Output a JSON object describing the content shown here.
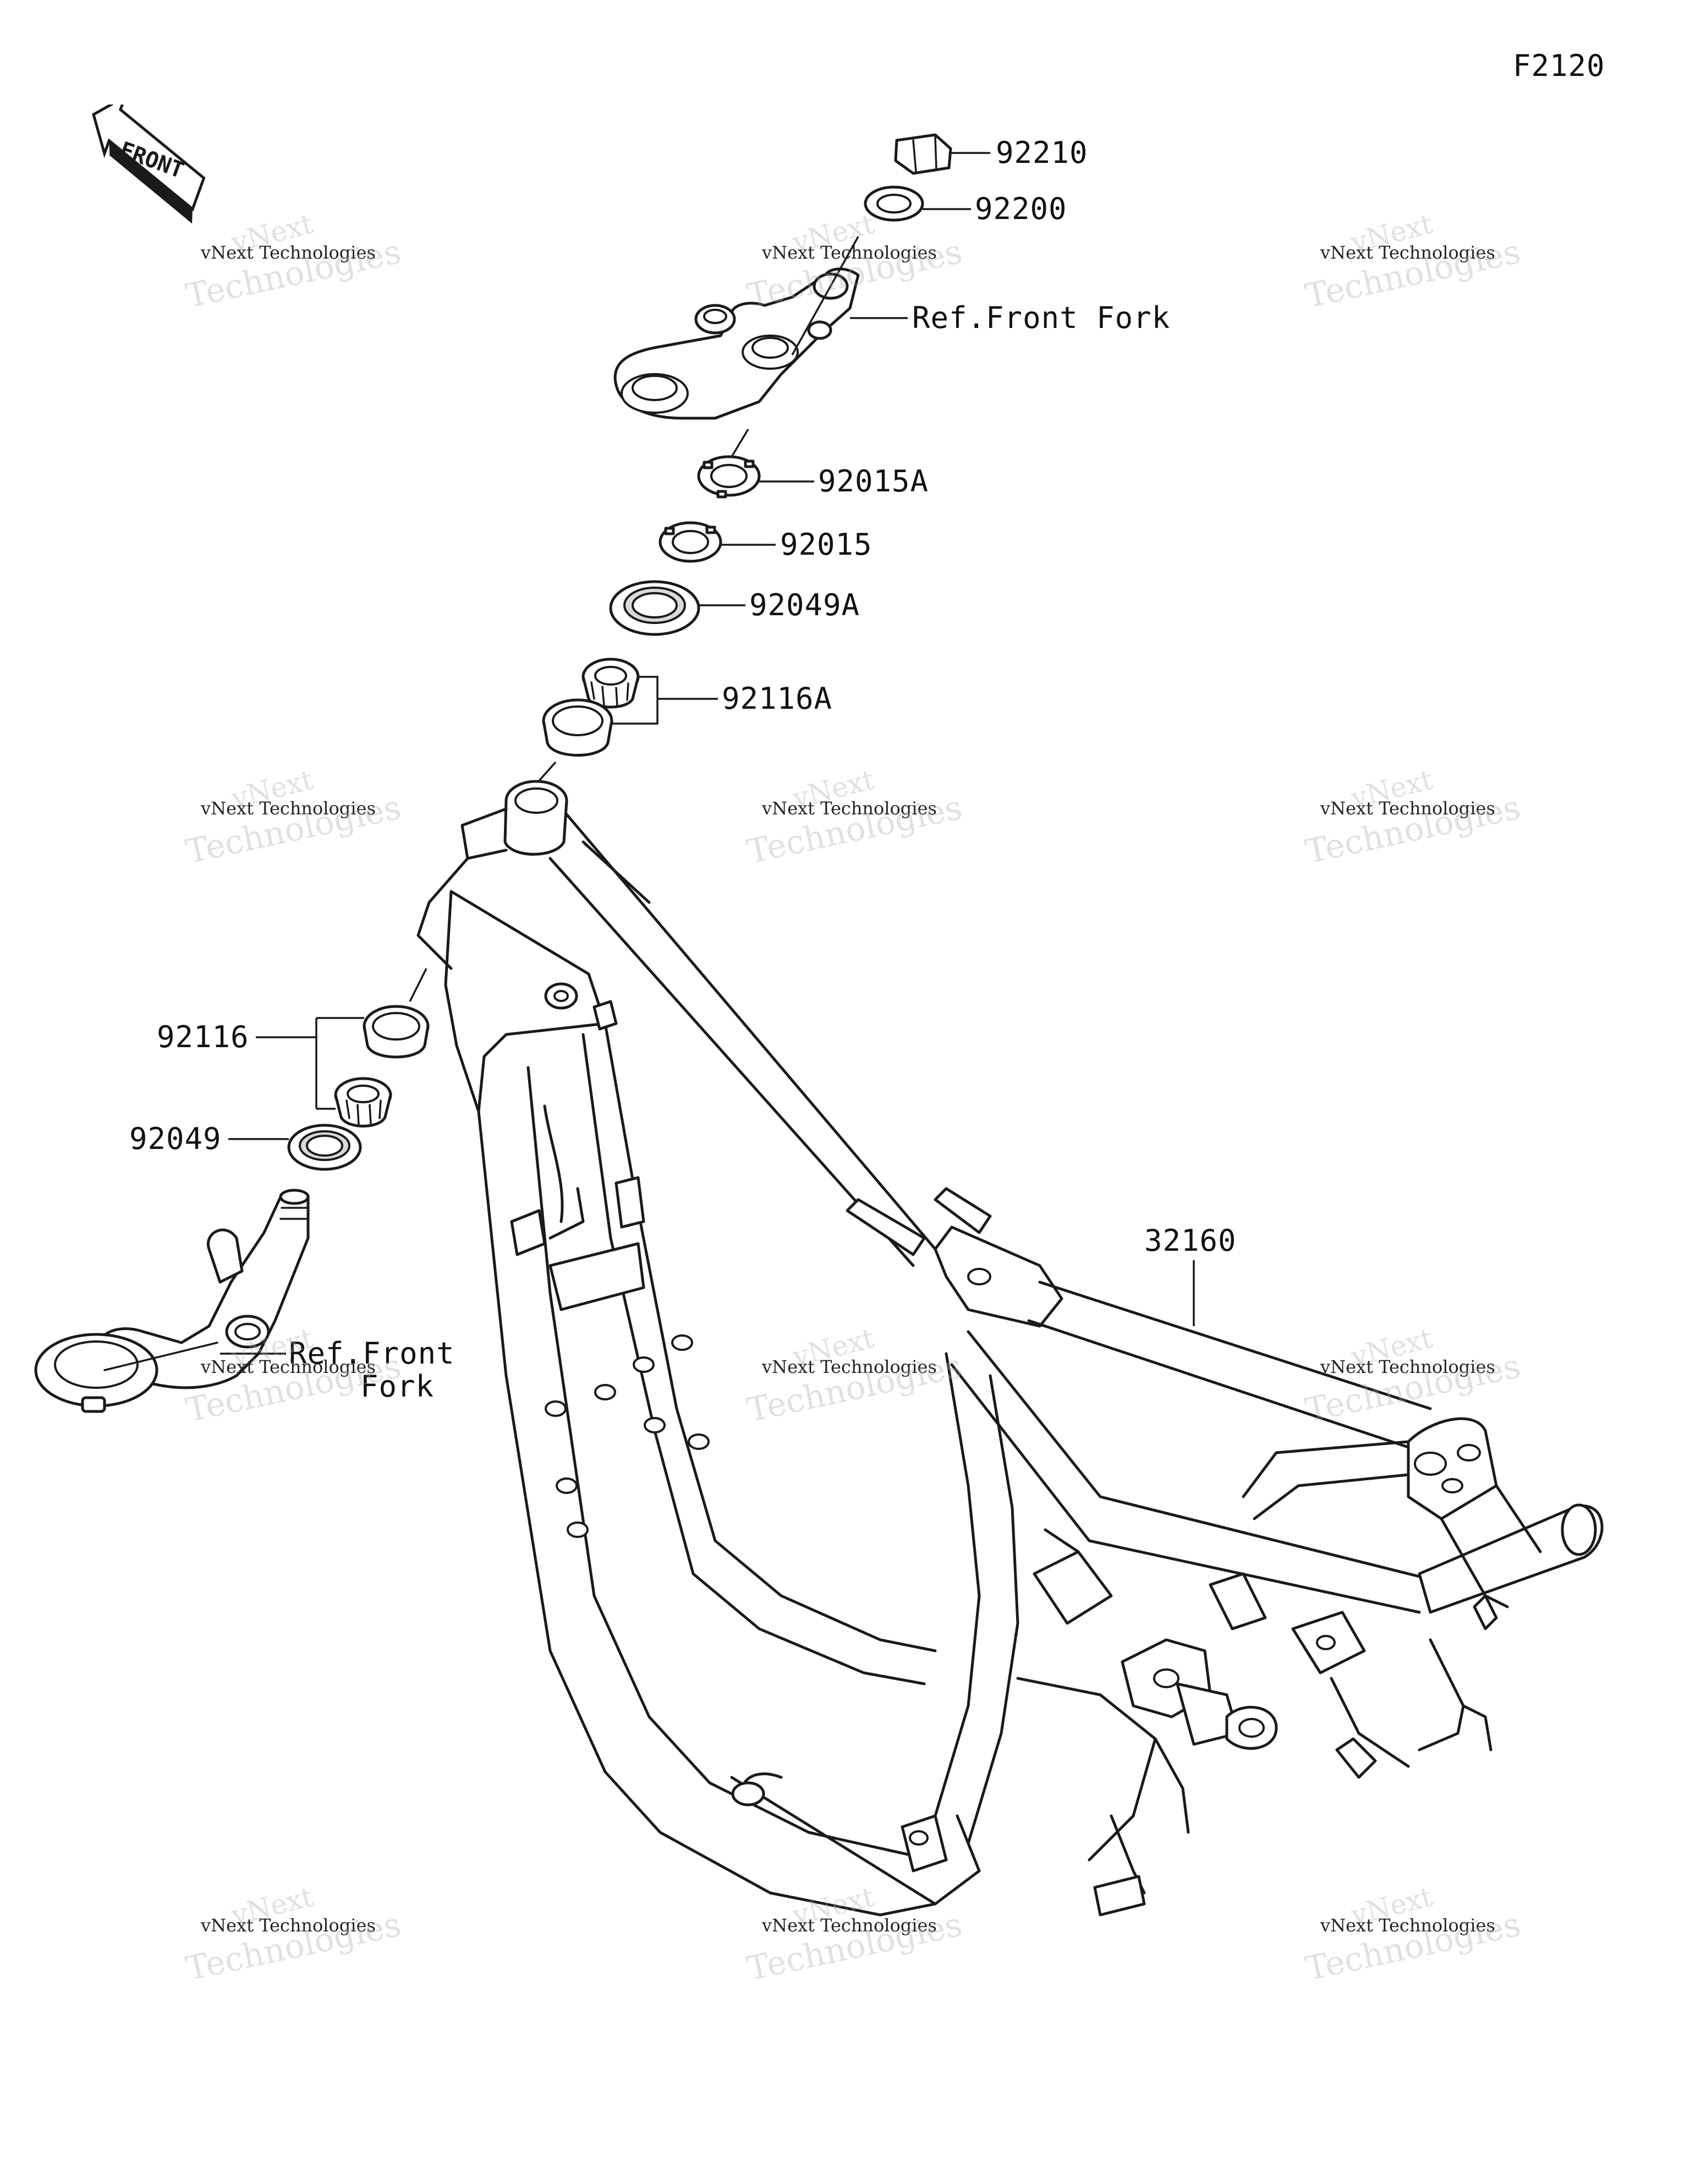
{
  "figure_code": "F2120",
  "front_badge_text": "FRONT",
  "callouts": [
    {
      "id": "92210",
      "text": "92210"
    },
    {
      "id": "92200",
      "text": "92200"
    },
    {
      "id": "ref_front_fork_upper",
      "text": "Ref.Front Fork"
    },
    {
      "id": "92015A",
      "text": "92015A"
    },
    {
      "id": "92015",
      "text": "92015"
    },
    {
      "id": "92049A",
      "text": "92049A"
    },
    {
      "id": "92116A",
      "text": "92116A"
    },
    {
      "id": "92116",
      "text": "92116"
    },
    {
      "id": "92049",
      "text": "92049"
    },
    {
      "id": "32160",
      "text": "32160"
    },
    {
      "id": "ref_front_fork_lower_1",
      "text": "Ref.Front"
    },
    {
      "id": "ref_front_fork_lower_2",
      "text": "Fork"
    }
  ],
  "watermark": {
    "line1": "vNext",
    "line2": "vNext Technologies",
    "line3": "Technologies"
  }
}
